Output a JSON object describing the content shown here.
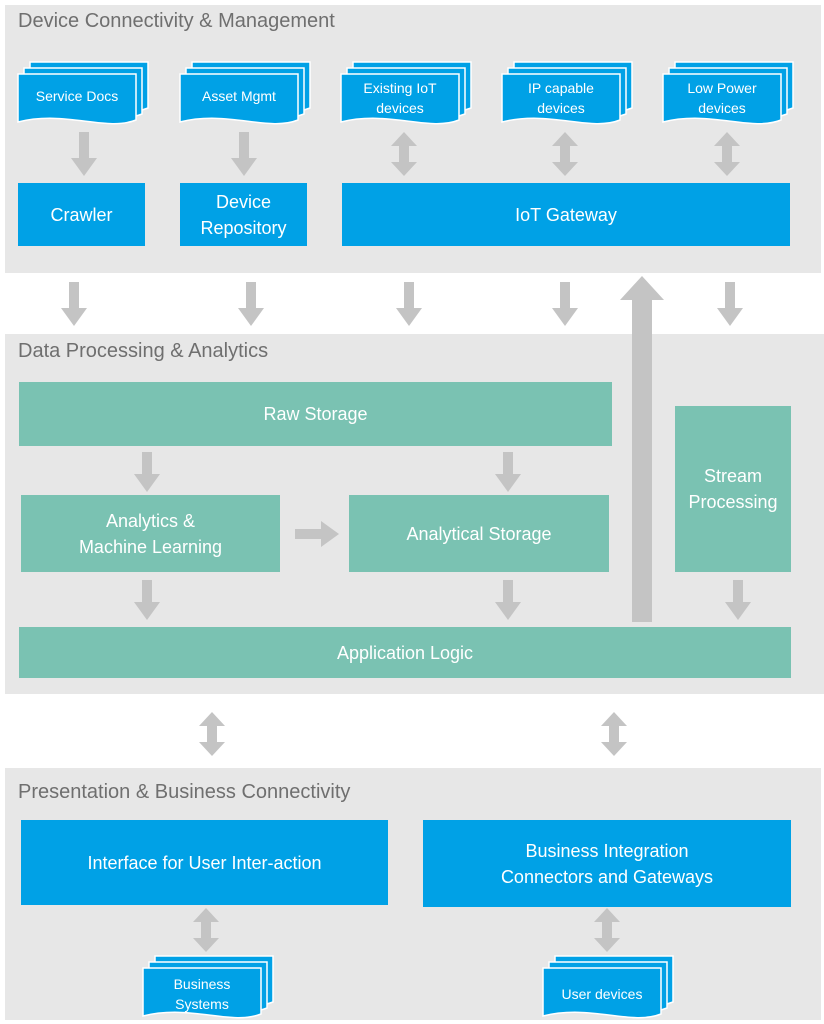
{
  "colors": {
    "panel": "#e7e7e7",
    "blue": "#00a1e6",
    "teal": "#7ac2b2",
    "arrow": "#c4c4c4",
    "title": "#6f6f6f"
  },
  "device_layer": {
    "title": "Device Connectivity & Management",
    "docs": {
      "service_docs": "Service Docs",
      "asset_mgmt": "Asset Mgmt",
      "existing_iot_1": "Existing IoT",
      "existing_iot_2": "devices",
      "ip_capable_1": "IP capable",
      "ip_capable_2": "devices",
      "low_power_1": "Low Power",
      "low_power_2": "devices"
    },
    "crawler": "Crawler",
    "device_repository_1": "Device",
    "device_repository_2": "Repository",
    "iot_gateway": "IoT Gateway"
  },
  "data_layer": {
    "title": "Data Processing & Analytics",
    "raw_storage": "Raw Storage",
    "analytics_1": "Analytics &",
    "analytics_2": "Machine Learning",
    "analytical_storage": "Analytical Storage",
    "stream_1": "Stream",
    "stream_2": "Processing",
    "application_logic": "Application Logic"
  },
  "presentation_layer": {
    "title": "Presentation & Business Connectivity",
    "user_interface": "Interface for User Inter-action",
    "business_integration_1": "Business Integration",
    "business_integration_2": "Connectors and Gateways",
    "business_systems_1": "Business",
    "business_systems_2": "Systems",
    "user_devices": "User devices"
  }
}
